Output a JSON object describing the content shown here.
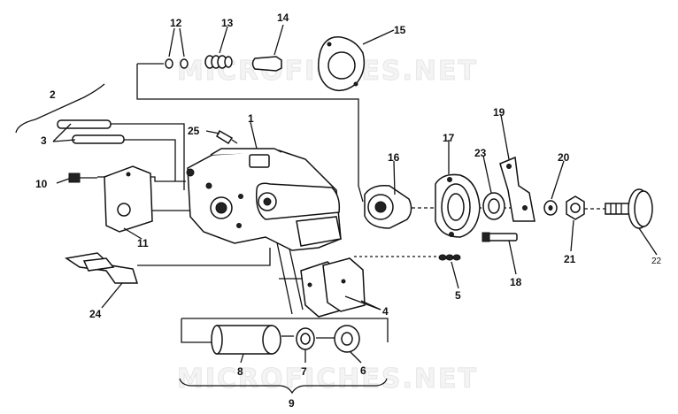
{
  "watermark": "MICROFICHES.NET",
  "callouts": {
    "c1": "1",
    "c2": "2",
    "c3": "3",
    "c4": "4",
    "c5": "5",
    "c6": "6",
    "c7": "7",
    "c8": "8",
    "c9": "9",
    "c10": "10",
    "c11": "11",
    "c12": "12",
    "c13": "13",
    "c14": "14",
    "c15": "15",
    "c16": "16",
    "c17": "17",
    "c18": "18",
    "c19": "19",
    "c20": "20",
    "c21": "21",
    "c22": "22",
    "c23": "23",
    "c24": "24",
    "c25": "25"
  }
}
